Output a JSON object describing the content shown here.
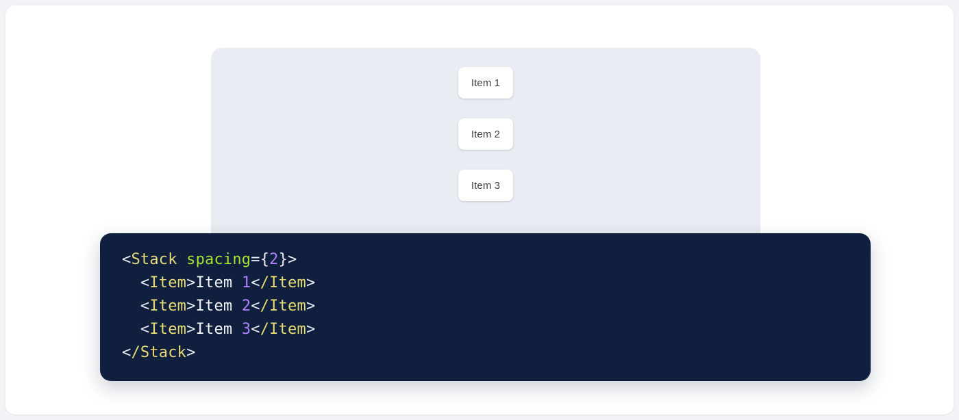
{
  "colors": {
    "page_background": "#f1f3f6",
    "card_background": "#ffffff",
    "preview_background": "#e9ecf2",
    "code_background": "#0f1f3d",
    "item_background": "#ffffff",
    "item_text": "#3c4043",
    "token_punctuation": "#e8edf5",
    "token_tag": "#e6db74",
    "token_attribute": "#a6e22e",
    "token_number": "#ae81ff",
    "token_text": "#f4f7fb"
  },
  "preview": {
    "component": "Stack",
    "items": [
      {
        "label": "Item 1"
      },
      {
        "label": "Item 2"
      },
      {
        "label": "Item 3"
      }
    ]
  },
  "code": {
    "language": "jsx",
    "lines": [
      {
        "indent": "",
        "tokens": [
          {
            "text": "<",
            "type": "punct"
          },
          {
            "text": "Stack",
            "type": "tag"
          },
          {
            "text": " ",
            "type": "punct"
          },
          {
            "text": "spacing",
            "type": "attr"
          },
          {
            "text": "={",
            "type": "punct"
          },
          {
            "text": "2",
            "type": "num"
          },
          {
            "text": "}>",
            "type": "punct"
          }
        ]
      },
      {
        "indent": "  ",
        "tokens": [
          {
            "text": "<",
            "type": "punct"
          },
          {
            "text": "Item",
            "type": "tag"
          },
          {
            "text": ">",
            "type": "punct"
          },
          {
            "text": "Item ",
            "type": "text"
          },
          {
            "text": "1",
            "type": "num"
          },
          {
            "text": "<",
            "type": "punct"
          },
          {
            "text": "/Item",
            "type": "tag"
          },
          {
            "text": ">",
            "type": "punct"
          }
        ]
      },
      {
        "indent": "  ",
        "tokens": [
          {
            "text": "<",
            "type": "punct"
          },
          {
            "text": "Item",
            "type": "tag"
          },
          {
            "text": ">",
            "type": "punct"
          },
          {
            "text": "Item ",
            "type": "text"
          },
          {
            "text": "2",
            "type": "num"
          },
          {
            "text": "<",
            "type": "punct"
          },
          {
            "text": "/Item",
            "type": "tag"
          },
          {
            "text": ">",
            "type": "punct"
          }
        ]
      },
      {
        "indent": "  ",
        "tokens": [
          {
            "text": "<",
            "type": "punct"
          },
          {
            "text": "Item",
            "type": "tag"
          },
          {
            "text": ">",
            "type": "punct"
          },
          {
            "text": "Item ",
            "type": "text"
          },
          {
            "text": "3",
            "type": "num"
          },
          {
            "text": "<",
            "type": "punct"
          },
          {
            "text": "/Item",
            "type": "tag"
          },
          {
            "text": ">",
            "type": "punct"
          }
        ]
      },
      {
        "indent": "",
        "tokens": [
          {
            "text": "<",
            "type": "punct"
          },
          {
            "text": "/Stack",
            "type": "tag"
          },
          {
            "text": ">",
            "type": "punct"
          }
        ]
      }
    ]
  }
}
